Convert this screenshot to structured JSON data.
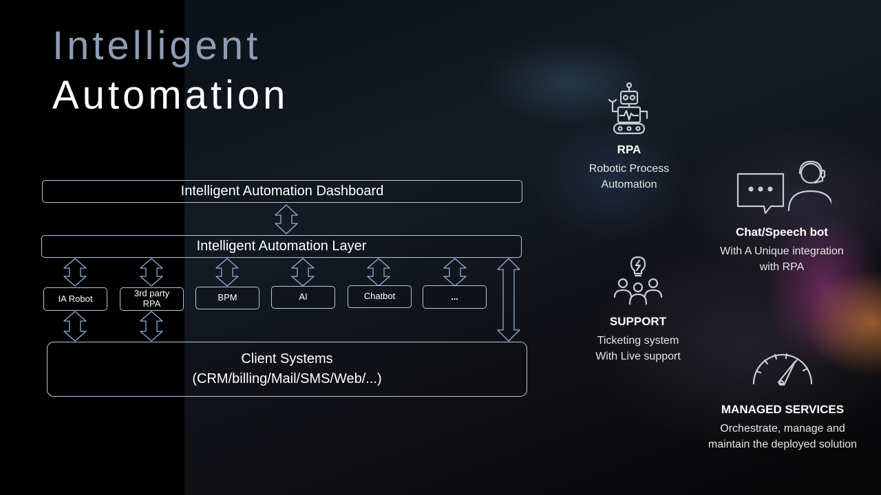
{
  "title": {
    "line1": "Intelligent",
    "line2": "Automation"
  },
  "diagram": {
    "dashboard": "Intelligent Automation Dashboard",
    "layer": "Intelligent Automation Layer",
    "components": [
      "IA Robot",
      "3rd party RPA",
      "BPM",
      "AI",
      "Chatbot",
      "..."
    ],
    "client_line1": "Client Systems",
    "client_line2": "(CRM/billing/Mail/SMS/Web/...)"
  },
  "features": {
    "rpa": {
      "title": "RPA",
      "desc1": "Robotic Process",
      "desc2": "Automation",
      "icon": "robot-icon"
    },
    "chatbot": {
      "title": "Chat/Speech bot",
      "desc1": "With A Unique integration",
      "desc2": "with RPA",
      "icon": "chat-agent-icon"
    },
    "support": {
      "title": "SUPPORT",
      "desc1": "Ticketing system",
      "desc2": "With Live support",
      "icon": "team-idea-icon"
    },
    "managed": {
      "title": "MANAGED SERVICES",
      "desc1": "Orchestrate, manage and",
      "desc2": "maintain the deployed solution",
      "icon": "gauge-icon"
    }
  },
  "colors": {
    "line": "#b9c8dc",
    "arrow": "#8fb0d8",
    "title_dim": "#8e9db5"
  }
}
